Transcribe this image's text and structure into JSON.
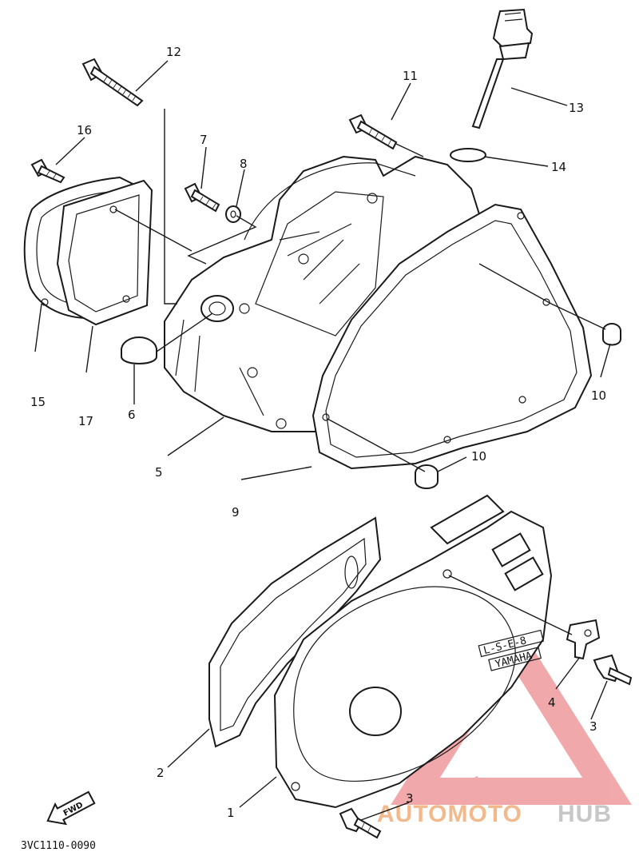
{
  "diagram_code": "3VC1110-0090",
  "fwd_label": "FWD",
  "watermark": {
    "part1": "AUTOMOTO",
    "part2": "HUB",
    "color_red": "#e8373a",
    "color_orange": "#f2b98d",
    "color_gray": "#bfbfbf"
  },
  "callouts": {
    "c1": "1",
    "c2": "2",
    "c3a": "3",
    "c3b": "3",
    "c4": "4",
    "c5": "5",
    "c6": "6",
    "c7": "7",
    "c8": "8",
    "c9": "9",
    "c10a": "10",
    "c10b": "10",
    "c11": "11",
    "c12": "12",
    "c13": "13",
    "c14": "14",
    "c15": "15",
    "c16": "16",
    "c17": "17"
  },
  "cover_stamp": {
    "line1": "L-S-E-8",
    "line2": "YAMAHA"
  }
}
